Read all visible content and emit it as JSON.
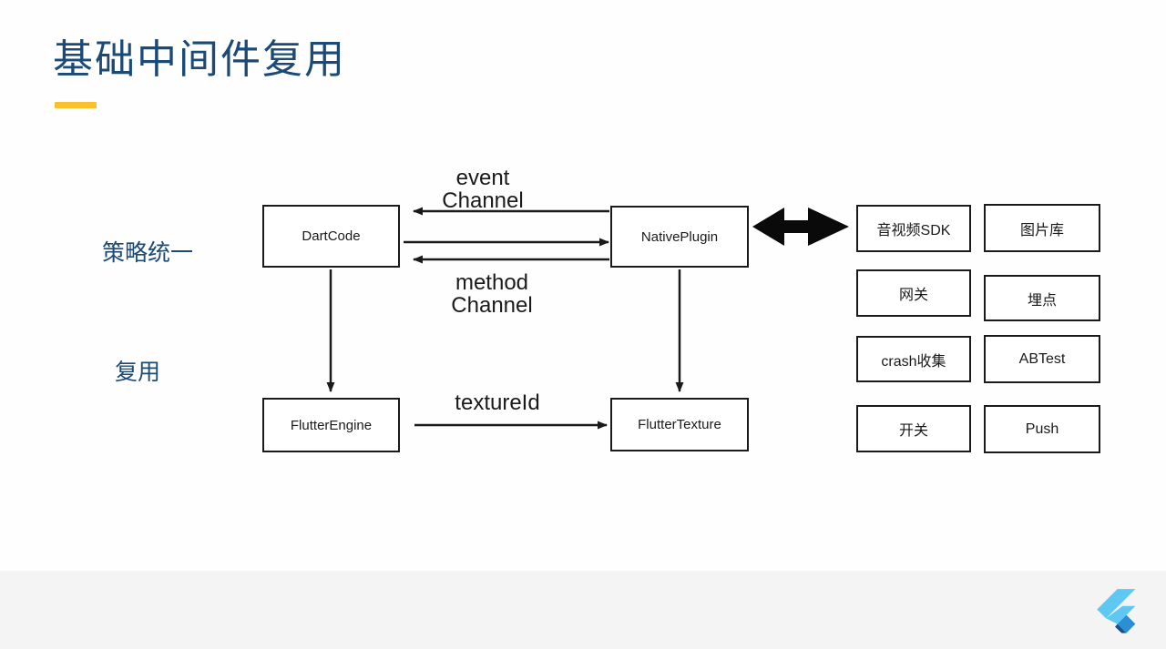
{
  "slide": {
    "title": "基础中间件复用",
    "accent_color": "#fbc02d",
    "title_color": "#1b4a77",
    "background_color": "#fefefe"
  },
  "side_labels": {
    "strategy": "策略统一",
    "reuse": "复用"
  },
  "diagram": {
    "nodes": [
      {
        "id": "dartcode",
        "label": "DartCode"
      },
      {
        "id": "nativeplugin",
        "label": "NativePlugin"
      },
      {
        "id": "flutterengine",
        "label": "FlutterEngine"
      },
      {
        "id": "fluttertexture",
        "label": "FlutterTexture"
      }
    ],
    "edge_labels": {
      "event_channel": "event\nChannel",
      "method_channel": "method\nChannel",
      "texture_id": "textureId"
    }
  },
  "services": {
    "items": [
      {
        "label": "音视频SDK"
      },
      {
        "label": "图片库"
      },
      {
        "label": "网关"
      },
      {
        "label": "埋点"
      },
      {
        "label": "crash收集"
      },
      {
        "label": "ABTest"
      },
      {
        "label": "开关"
      },
      {
        "label": "Push"
      }
    ]
  },
  "footer": {
    "logo": "flutter-logo",
    "background_color": "#f4f4f4"
  }
}
